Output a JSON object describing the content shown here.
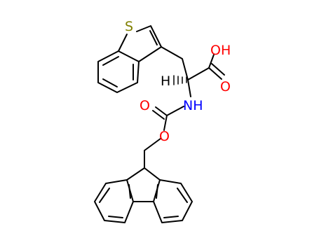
{
  "molecule": {
    "atoms": {
      "sulfur": {
        "text": "S"
      },
      "hydroxyl": {
        "text": "OH"
      },
      "carbonyl_acid_o": {
        "text": "O"
      },
      "alpha_h": {
        "text": "H"
      },
      "amide_nh": {
        "text": "NH"
      },
      "carbamate_o": {
        "text": "O"
      },
      "ester_o": {
        "text": "O"
      }
    }
  },
  "colors": {
    "bond": "#000000",
    "sulfur": "#808000",
    "oxygen": "#ff0000",
    "nitrogen": "#0000ff",
    "hydrogen": "#000000"
  }
}
